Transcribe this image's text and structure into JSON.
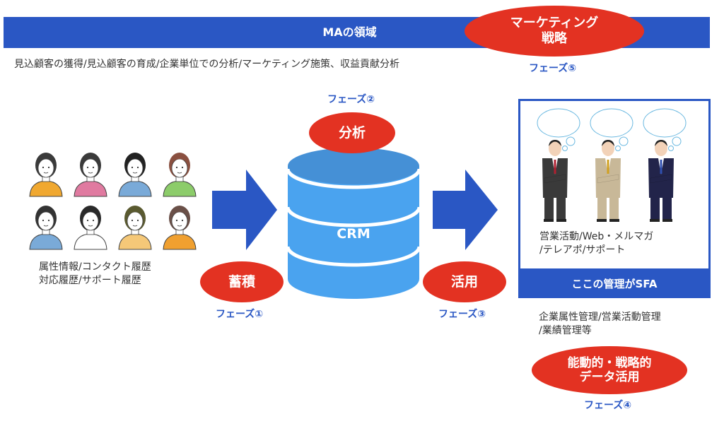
{
  "ma_region": {
    "title": "MAの領域",
    "description": "見込顧客の獲得/見込顧客の育成/企業単位での分析/マーケティング施策、収益貢献分析"
  },
  "phases": {
    "phase1": {
      "badge": "蓄積",
      "label": "フェーズ①"
    },
    "phase2": {
      "badge": "分析",
      "label": "フェーズ②"
    },
    "phase3": {
      "badge": "活用",
      "label": "フェーズ③"
    },
    "phase4": {
      "badge_line1": "能動的・戦略的",
      "badge_line2": "データ活用",
      "label": "フェーズ④"
    },
    "phase5": {
      "badge_line1": "マーケティング",
      "badge_line2": "戦略",
      "label": "フェーズ⑤"
    }
  },
  "customers": {
    "caption_line1": "属性情報/コンタクト履歴",
    "caption_line2": "対応履歴/サポート履歴",
    "people": [
      {
        "shirt": "#f0a830",
        "hair": "#3a3a3a"
      },
      {
        "shirt": "#e07aa0",
        "hair": "#3a3a3a"
      },
      {
        "shirt": "#7aaad8",
        "hair": "#222222"
      },
      {
        "shirt": "#8ccc6a",
        "hair": "#8a5040"
      },
      {
        "shirt": "#7aaad8",
        "hair": "#333333"
      },
      {
        "shirt": "#ffffff",
        "hair": "#2a2a2a"
      },
      {
        "shirt": "#f5c878",
        "hair": "#5a5a30"
      },
      {
        "shirt": "#f0a030",
        "hair": "#6a5048"
      }
    ]
  },
  "crm": {
    "label": "CRM",
    "top_color": "#4590d6",
    "body_color": "#4aa3ef"
  },
  "sfa": {
    "activities_line1": "営業活動/Web・メルマガ",
    "activities_line2": "/テレアポ/サポート",
    "footer": "ここの管理がSFA",
    "management_line1": "企業属性管理/営業活動管理",
    "management_line2": "/業績管理等",
    "salesmen": [
      {
        "suit": "#3a3a3a",
        "tie": "#b02030"
      },
      {
        "suit": "#c8b898",
        "tie": "#d0a020"
      },
      {
        "suit": "#22244a",
        "tie": "#3050b0"
      }
    ]
  },
  "colors": {
    "brand_blue": "#2a57c4",
    "accent_red": "#e33222"
  }
}
